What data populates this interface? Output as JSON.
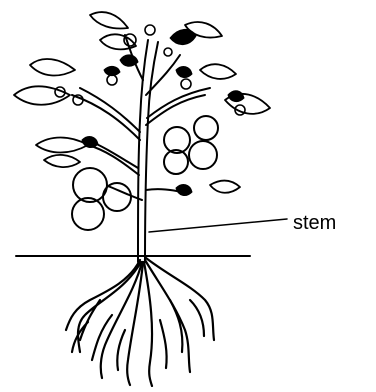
{
  "labels": {
    "stem": "stem"
  },
  "plant": {
    "parts": [
      "stem",
      "leaves",
      "flowers",
      "fruits",
      "roots",
      "soil-line"
    ],
    "fruit_count": 7,
    "ink_color": "#000000",
    "background_color": "#ffffff"
  }
}
